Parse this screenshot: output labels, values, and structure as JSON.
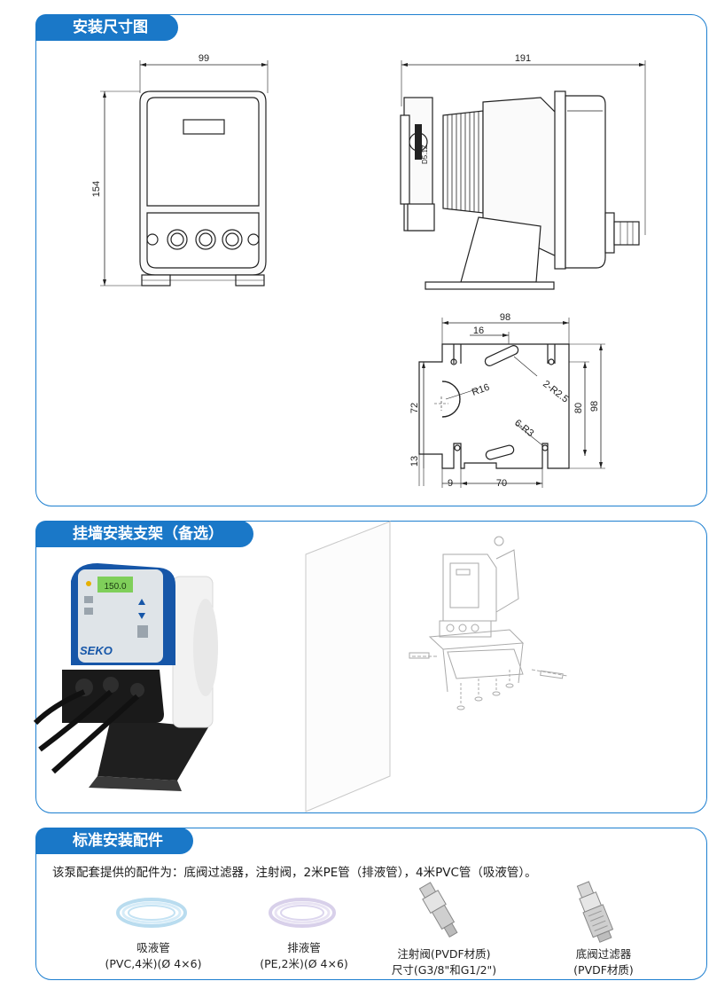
{
  "sections": {
    "dimensions": {
      "title": "安装尺寸图"
    },
    "bracket": {
      "title": "挂墙安装支架（备选）"
    },
    "accessories": {
      "title": "标准安装配件",
      "intro": "该泵配套提供的配件为：底阀过滤器，注射阀，2米PE管（排液管），4米PVC管（吸液管）。",
      "items": [
        {
          "line1": "吸液管",
          "line2": "(PVC,4米)(Ø 4×6)"
        },
        {
          "line1": "排液管",
          "line2": "(PE,2米)(Ø 4×6)"
        },
        {
          "line1": "注射阀(PVDF材质)",
          "line2": "尺寸(G3/8\"和G1/2\")"
        },
        {
          "line1": "底阀过滤器",
          "line2": "(PVDF材质)"
        }
      ]
    }
  },
  "drawing": {
    "front_width": "99",
    "front_height": "154",
    "side_length": "191",
    "side_label": "D5.1Z",
    "base_width": "98",
    "base_height": "98",
    "slot_offset": "16",
    "slot_radius": "2-R2.5",
    "cutout_radius": "R16",
    "hole_radius": "6-R3",
    "height_72": "72",
    "height_80": "80",
    "height_13": "13",
    "width_9": "9",
    "width_70": "70"
  },
  "photo": {
    "brand": "SEKO",
    "display": "150.0",
    "stripe_color": "#1656a8"
  },
  "colors": {
    "accent": "#1a78c8",
    "border": "#1d7fd0"
  }
}
